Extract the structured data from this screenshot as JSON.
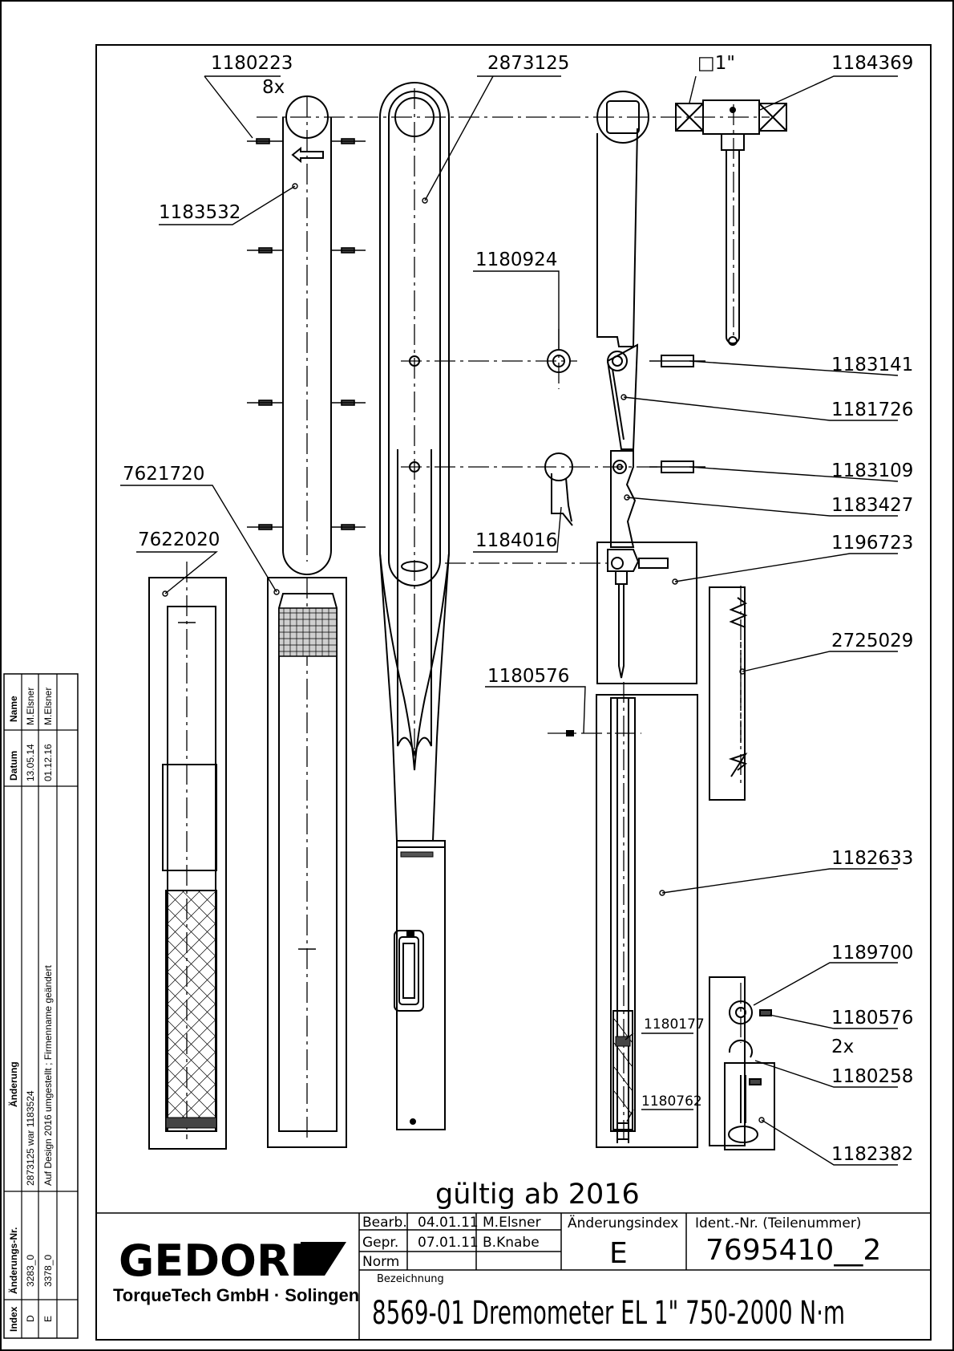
{
  "parts": {
    "p1180223": "1180223",
    "p1180223_qty": "8x",
    "p2873125": "2873125",
    "square": "□1\"",
    "p1184369": "1184369",
    "p1183532": "1183532",
    "p1180924": "1180924",
    "p1183141": "1183141",
    "p1181726": "1181726",
    "p7621720": "7621720",
    "p1183109": "1183109",
    "p1183427": "1183427",
    "p7622020": "7622020",
    "p1184016": "1184016",
    "p1196723": "1196723",
    "p2725029": "2725029",
    "p1180576a": "1180576",
    "p1182633": "1182633",
    "p1189700": "1189700",
    "p1180177": "1180177",
    "p1180576b": "1180576",
    "p1180576b_qty": "2x",
    "p1180258": "1180258",
    "p1180762": "1180762",
    "p1182382": "1182382"
  },
  "validity_note": "gültig ab 2016",
  "revision_table": {
    "headers": {
      "index": "Index",
      "change_no": "Änderungs-Nr.",
      "change": "Änderung",
      "date": "Datum",
      "name": "Name"
    },
    "rows": [
      {
        "index": "D",
        "change_no": "3283_0",
        "change": "2873125 war 1183524",
        "date": "13.05.14",
        "name": "M.Elsner"
      },
      {
        "index": "E",
        "change_no": "3378_0",
        "change": "Auf Design 2016 umgestellt ; Firmenname geändert",
        "date": "01.12.16",
        "name": "M.Elsner"
      }
    ]
  },
  "title_block": {
    "logo": "GEDORE",
    "company": "TorqueTech GmbH · Solingen",
    "bearb_label": "Bearb.",
    "bearb_date": "04.01.11",
    "bearb_name": "M.Elsner",
    "gepr_label": "Gepr.",
    "gepr_date": "07.01.11",
    "gepr_name": "B.Knabe",
    "norm_label": "Norm",
    "aenderungsindex_label": "Änderungsindex",
    "aenderungsindex_value": "E",
    "ident_label": "Ident.-Nr.  (Teilenummer)",
    "ident_value": "7695410__2",
    "bezeichnung_label": "Bezeichnung",
    "bezeichnung_value": "8569-01 Dremometer EL  1\"  750-2000 N·m"
  }
}
